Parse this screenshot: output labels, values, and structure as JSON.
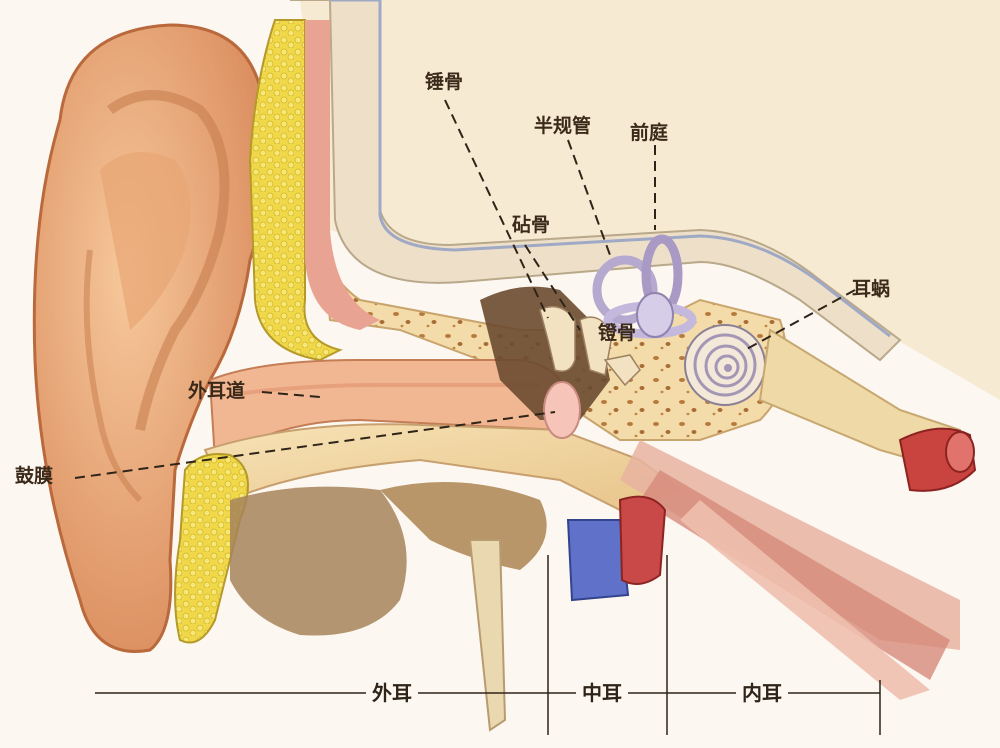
{
  "labels": {
    "malleus": "锤骨",
    "semicircular_canals": "半规管",
    "vestibule": "前庭",
    "incus": "砧骨",
    "cochlea": "耳蜗",
    "stapes": "镫骨",
    "ear_canal": "外耳道",
    "eardrum": "鼓膜"
  },
  "regions": {
    "outer_ear": "外耳",
    "middle_ear": "中耳",
    "inner_ear": "内耳"
  }
}
